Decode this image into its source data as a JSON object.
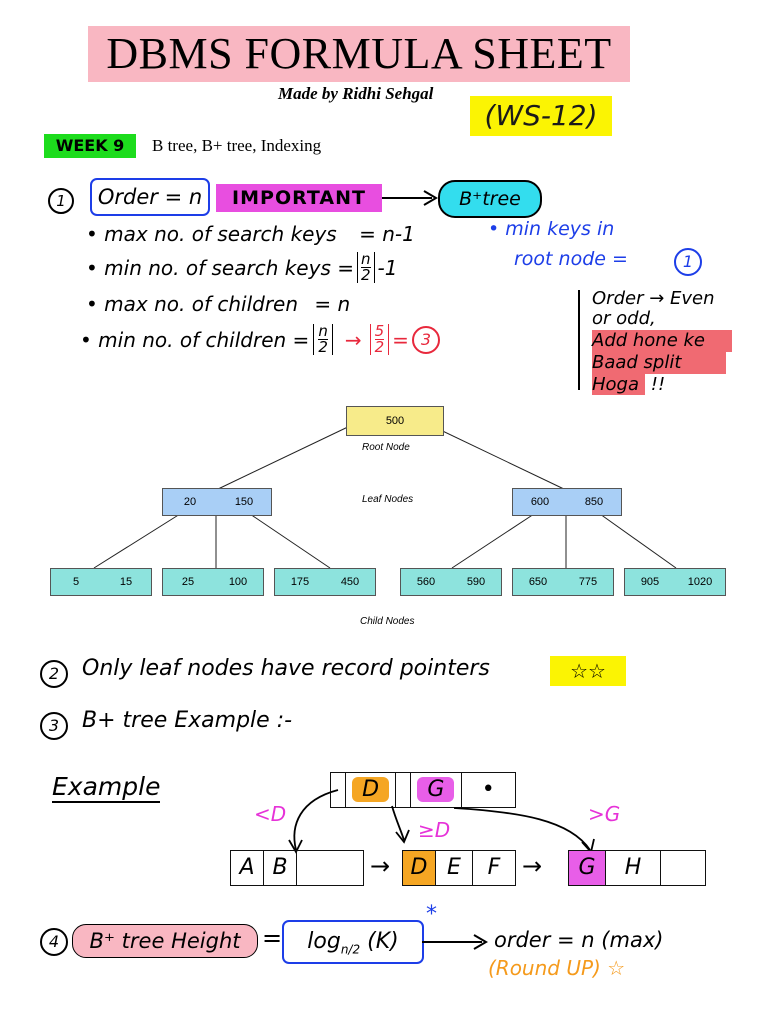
{
  "header": {
    "title": "DBMS FORMULA SHEET",
    "made_by": "Made by Ridhi Sehgal",
    "ws_tag": "(WS-12)",
    "week_badge": "WEEK 9",
    "topic": "B tree, B+ tree, Indexing"
  },
  "colors": {
    "title_bg": "#f9b7c2",
    "ws_bg": "#fbf403",
    "week_bg": "#1ddc1d",
    "important_bg": "#e84ee0",
    "btree_bg": "#33ddee",
    "blue_ink": "#1d3ee8",
    "red_ink": "#e8283c",
    "magenta_ink": "#e632d8",
    "orange_ink": "#f59a1b"
  },
  "section1": {
    "num": "1",
    "order_label": "Order = n",
    "important": "IMPORTANT",
    "btree_tag": "B⁺tree",
    "bullets": [
      {
        "text": "max no. of search keys",
        "eq": "= n-1"
      },
      {
        "text": "min no. of search keys",
        "eq_pre": "=",
        "frac_num": "n",
        "frac_den": "2",
        "eq_post": "-1"
      },
      {
        "text": "max no. of children",
        "eq": "= n"
      },
      {
        "text": "min no. of children",
        "eq_pre": "=",
        "frac_num": "n",
        "frac_den": "2",
        "arrow": "→",
        "ex_num": "5",
        "ex_den": "2",
        "ex_eq": "=",
        "ex_result": "3"
      }
    ],
    "root_note_line1": "• min keys in",
    "root_note_line2": "root node =",
    "root_note_value": "1",
    "side_note": {
      "line1": "Order → Even",
      "line2": "or odd,",
      "line3": "Add hone ke",
      "line4": "Baad split",
      "line5": "Hoga !!"
    }
  },
  "tree_diagram": {
    "root": [
      "500"
    ],
    "root_caption": "Root Node",
    "leaf_caption": "Leaf Nodes",
    "child_caption": "Child Nodes",
    "internal": [
      [
        "20",
        "150"
      ],
      [
        "600",
        "850"
      ]
    ],
    "leaves": [
      [
        "5",
        "15"
      ],
      [
        "25",
        "100"
      ],
      [
        "175",
        "450"
      ],
      [
        "560",
        "590"
      ],
      [
        "650",
        "775"
      ],
      [
        "905",
        "1020"
      ]
    ]
  },
  "section2": {
    "num": "2",
    "text": "Only leaf nodes have record pointers",
    "stars": "☆☆"
  },
  "section3": {
    "num": "3",
    "text": "B+ tree Example :-"
  },
  "example": {
    "label": "Example",
    "top_keys": [
      "D",
      "G",
      "•"
    ],
    "lt_label": "<D",
    "ge_label": "≥D",
    "gt_label": ">G",
    "leaf1": [
      "A",
      "B",
      ""
    ],
    "leaf2": [
      "D",
      "E",
      "F"
    ],
    "leaf3": [
      "G",
      "H",
      ""
    ],
    "arrow": "→"
  },
  "section4": {
    "num": "4",
    "label": "B⁺ tree Height",
    "eq": "=",
    "formula_base": "log",
    "formula_sub": "n/2",
    "formula_arg": "(K)",
    "asterisk": "*",
    "order_text": "order = n (max)",
    "round_up": "(Round UP)",
    "round_star": "☆"
  }
}
